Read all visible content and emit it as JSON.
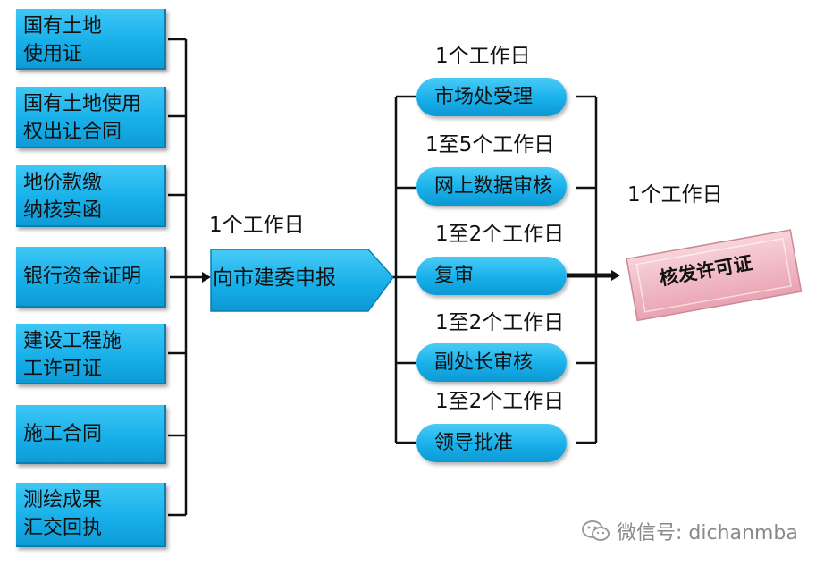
{
  "documents": [
    {
      "label": "国有土地\n使用证"
    },
    {
      "label": "国有土地使用\n权出让合同"
    },
    {
      "label": "地价款缴\n纳核实函"
    },
    {
      "label": "银行资金证明"
    },
    {
      "label": "建设工程施\n工许可证"
    },
    {
      "label": "施工合同"
    },
    {
      "label": "测绘成果\n汇交回执"
    }
  ],
  "submit": {
    "label": "向市建委申报",
    "time": "1个工作日"
  },
  "steps": [
    {
      "label": "市场处受理",
      "time": "1个工作日"
    },
    {
      "label": "网上数据审核",
      "time": "1至5个工作日"
    },
    {
      "label": "复审",
      "time": "1至2个工作日"
    },
    {
      "label": "副处长审核",
      "time": "1至2个工作日"
    },
    {
      "label": "领导批准",
      "time": "1至2个工作日"
    }
  ],
  "result": {
    "label": "核发许可证",
    "time": "1个工作日"
  },
  "watermark": {
    "text": "微信号: dichanmba",
    "icon": "wechat-icon"
  },
  "colors": {
    "box_blue": "#18b0ea",
    "result_pink": "#f2b9c3",
    "line": "#111111"
  }
}
